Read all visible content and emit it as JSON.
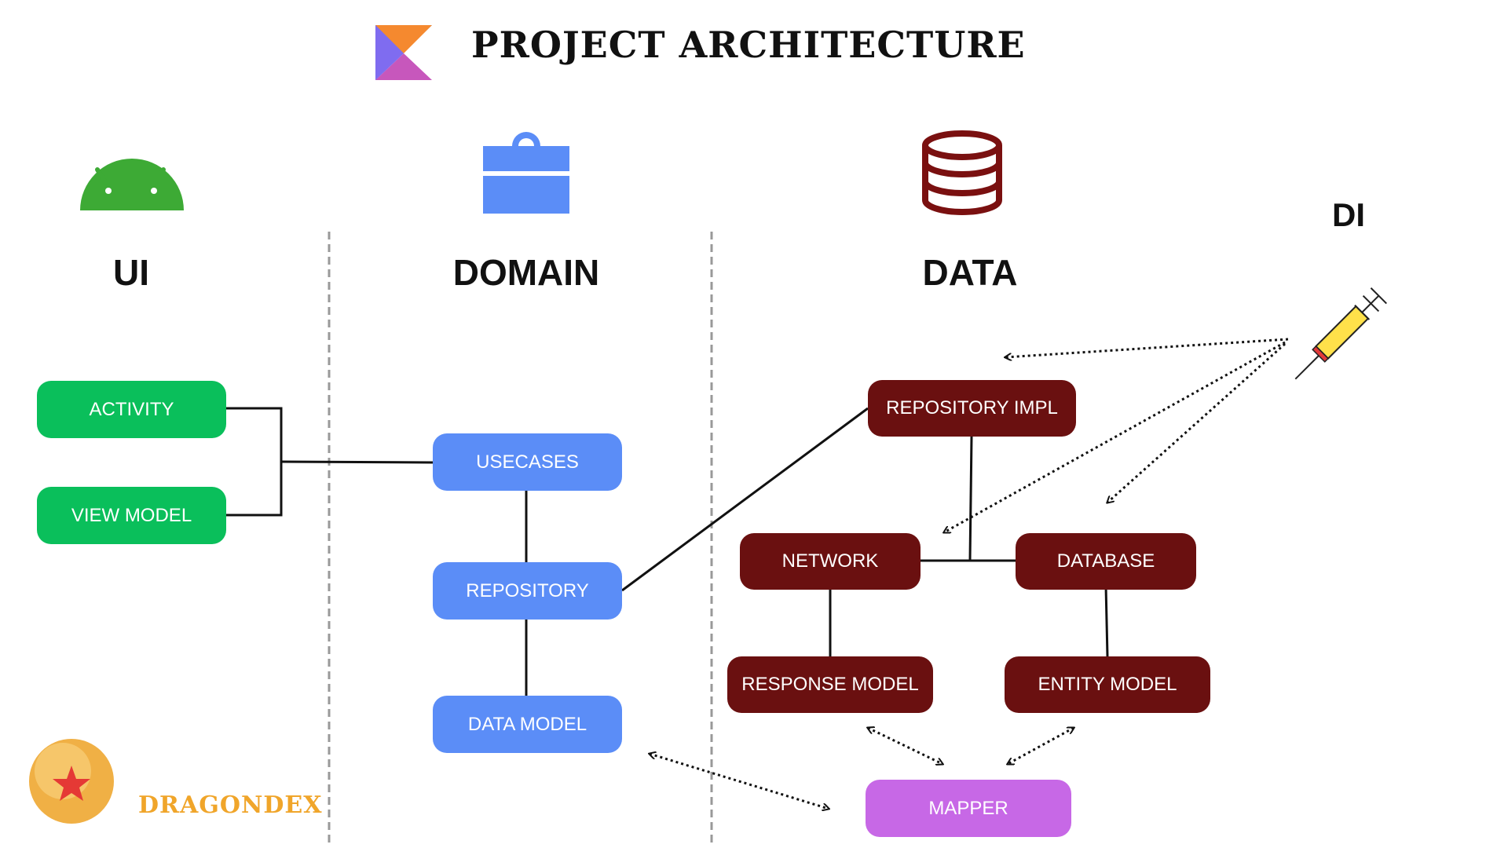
{
  "title": "PROJECT ARCHITECTURE",
  "columns": {
    "ui": "UI",
    "domain": "DOMAIN",
    "data": "DATA",
    "di": "DI"
  },
  "nodes": {
    "activity": "ACTIVITY",
    "view_model": "VIEW MODEL",
    "usecases": "USECASES",
    "repository": "REPOSITORY",
    "data_model": "DATA MODEL",
    "repository_impl": "REPOSITORY IMPL",
    "network": "NETWORK",
    "database": "DATABASE",
    "response_model": "RESPONSE MODEL",
    "entity_model": "ENTITY MODEL",
    "mapper": "MAPPER"
  },
  "icons": {
    "kotlin": "kotlin-logo-icon",
    "android": "android-icon",
    "domain": "briefcase-icon",
    "data": "database-icon",
    "di": "syringe-icon",
    "brand": "dragon-ball-icon"
  },
  "brand": "DRAGONDEX",
  "colors": {
    "ui": "#0abf5b",
    "domain": "#5b8df7",
    "data": "#6a1010",
    "mapper": "#c768e6",
    "android": "#3daa35",
    "brand": "#f0a52a"
  }
}
